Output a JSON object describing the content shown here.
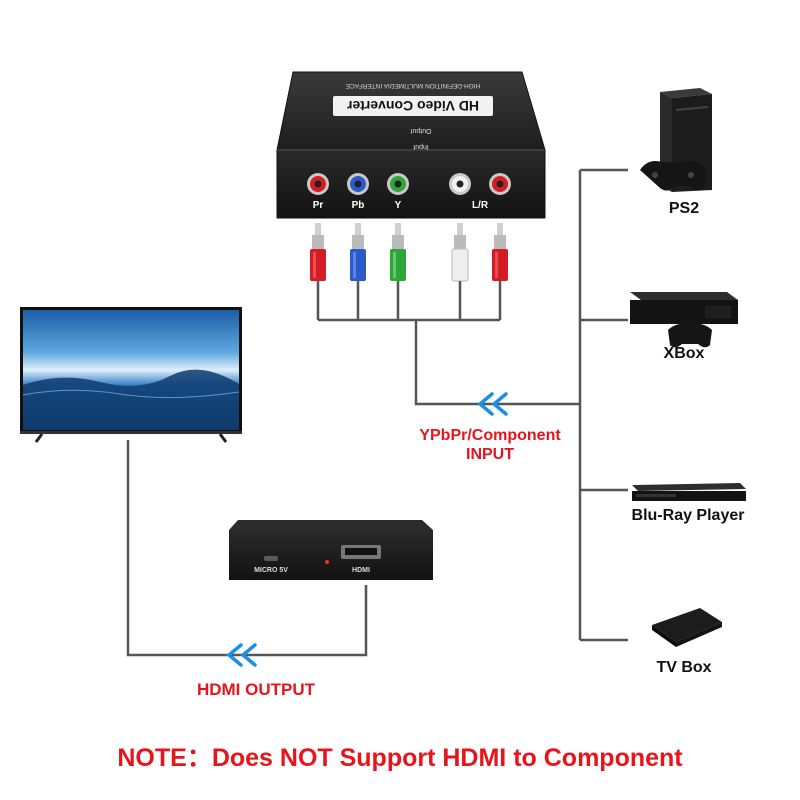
{
  "converter_top": {
    "title": "HD Video Converter",
    "subtitle": "HIGH-DEFINITION MULTIMEDIA INTERFACE",
    "top_label_output": "Output",
    "top_label_input": "Input",
    "ports": [
      "Pr",
      "Pb",
      "Y",
      "L/R"
    ]
  },
  "converter_bottom": {
    "micro_label": "MICRO 5V",
    "hdmi_label": "HDMI"
  },
  "devices": {
    "ps2": "PS2",
    "xbox": "XBox",
    "bluray": "Blu-Ray Player",
    "tvbox": "TV Box"
  },
  "labels": {
    "input_line1": "YPbPr/Component",
    "input_line2": "INPUT",
    "output": "HDMI OUTPUT",
    "note": "NOTE：Does NOT Support HDMI to Component"
  },
  "colors": {
    "accent_red": "#e8141b",
    "arrow_blue": "#1a8fe8",
    "cable_gray": "#555555"
  }
}
